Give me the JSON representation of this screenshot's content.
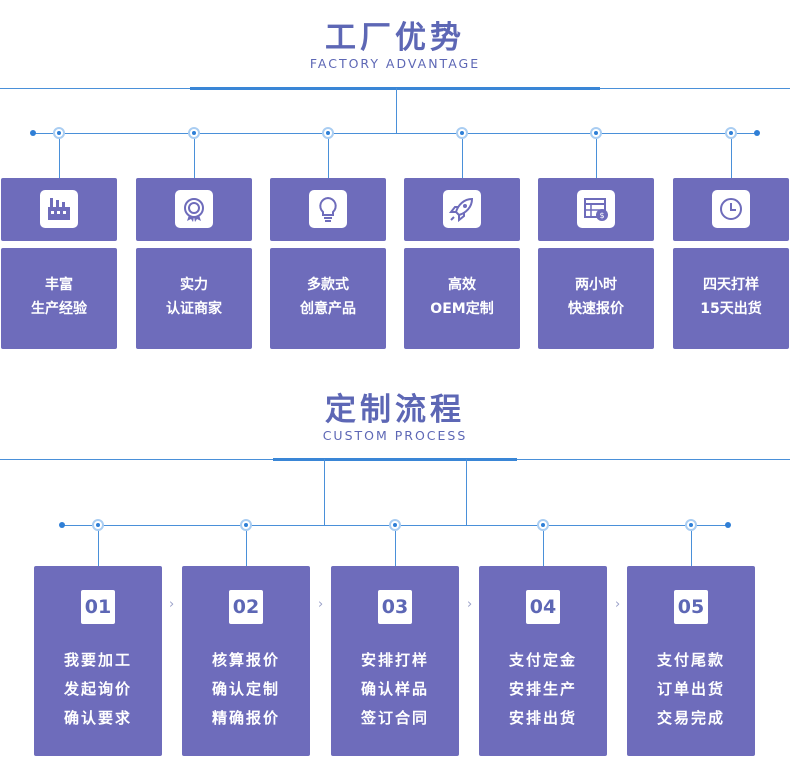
{
  "factory": {
    "title": "工厂优势",
    "subtitle": "FACTORY ADVANTAGE",
    "items": [
      {
        "icon": "factory-icon",
        "line1": "丰富",
        "line2": "生产经验"
      },
      {
        "icon": "certificate-badge-icon",
        "line1": "实力",
        "line2": "认证商家"
      },
      {
        "icon": "lightbulb-icon",
        "line1": "多款式",
        "line2": "创意产品"
      },
      {
        "icon": "rocket-icon",
        "line1": "高效",
        "line2": "OEM定制"
      },
      {
        "icon": "price-calendar-icon",
        "line1": "两小时",
        "line2": "快速报价"
      },
      {
        "icon": "clock-icon",
        "line1": "四天打样",
        "line2": "15天出货"
      }
    ]
  },
  "process": {
    "title": "定制流程",
    "subtitle": "CUSTOM PROCESS",
    "separator": "›",
    "steps": [
      {
        "num": "01",
        "lines": [
          "我要加工",
          "发起询价",
          "确认要求"
        ]
      },
      {
        "num": "02",
        "lines": [
          "核算报价",
          "确认定制",
          "精确报价"
        ]
      },
      {
        "num": "03",
        "lines": [
          "安排打样",
          "确认样品",
          "签订合同"
        ]
      },
      {
        "num": "04",
        "lines": [
          "支付定金",
          "安排生产",
          "安排出货"
        ]
      },
      {
        "num": "05",
        "lines": [
          "支付尾款",
          "订单出货",
          "交易完成"
        ]
      }
    ]
  }
}
